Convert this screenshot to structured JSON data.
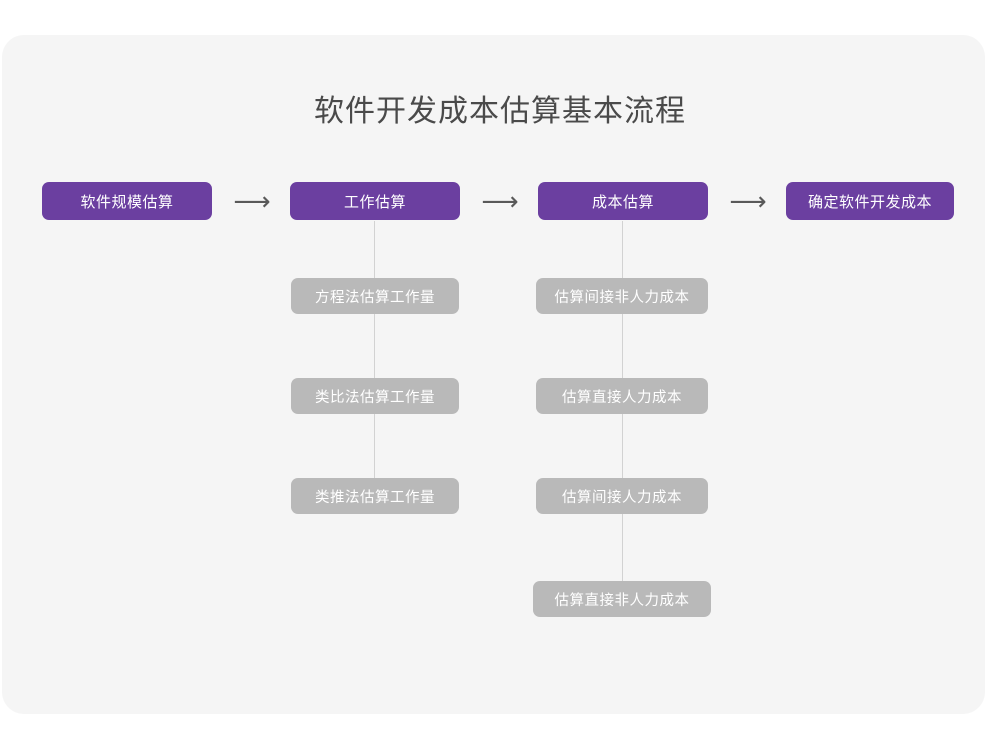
{
  "diagram": {
    "title": "软件开发成本估算基本流程",
    "type": "flowchart",
    "colors": {
      "card_background": "#f5f5f5",
      "page_background": "#ffffff",
      "primary_node": "#6b3fa0",
      "secondary_node": "#b9b9b9",
      "node_text": "#ffffff",
      "title_text": "#4a4a4a",
      "arrow": "#595959",
      "connector_line": "#d2d2d2"
    },
    "main_flow": [
      {
        "id": "step-1",
        "label": "软件规模估算"
      },
      {
        "id": "step-2",
        "label": "工作估算"
      },
      {
        "id": "step-3",
        "label": "成本估算"
      },
      {
        "id": "step-4",
        "label": "确定软件开发成本"
      }
    ],
    "arrows": [
      {
        "id": "arrow-1",
        "glyph": "⟶",
        "name": "arrow-right-icon"
      },
      {
        "id": "arrow-2",
        "glyph": "⟶",
        "name": "arrow-right-icon"
      },
      {
        "id": "arrow-3",
        "glyph": "⟶",
        "name": "arrow-right-icon"
      }
    ],
    "branches": [
      {
        "parent": "工作估算",
        "items": [
          {
            "label": "方程法估算工作量"
          },
          {
            "label": "类比法估算工作量"
          },
          {
            "label": "类推法估算工作量"
          }
        ]
      },
      {
        "parent": "成本估算",
        "items": [
          {
            "label": "估算间接非人力成本"
          },
          {
            "label": "估算直接人力成本"
          },
          {
            "label": "估算间接人力成本"
          },
          {
            "label": "估算直接非人力成本"
          }
        ]
      }
    ]
  }
}
